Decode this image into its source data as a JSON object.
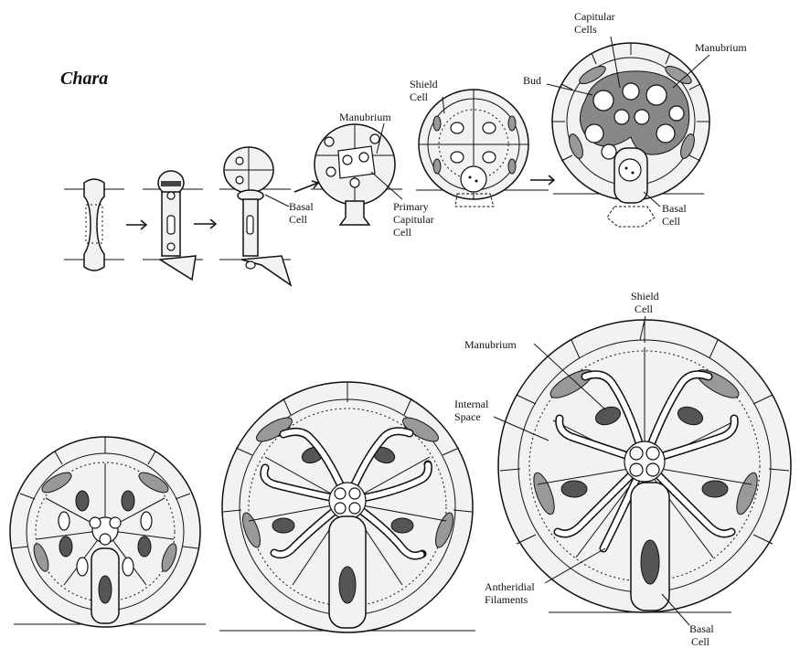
{
  "title": "Chara",
  "labels": {
    "capitular_cells": [
      "Capitular",
      "Cells"
    ],
    "manubrium_top_right": "Manubrium",
    "shield_cell_top": [
      "Shield",
      "Cell"
    ],
    "bud": "Bud",
    "manubrium_mid": "Manubrium",
    "basal_cell_left": [
      "Basal",
      "Cell"
    ],
    "primary_capitular_cell": [
      "Primary",
      "Capitular",
      "Cell"
    ],
    "basal_cell_right": [
      "Basal",
      "Cell"
    ],
    "shield_cell_bottom": [
      "Shield",
      "Cell"
    ],
    "manubrium_bottom": "Manubrium",
    "internal_space": [
      "Internal",
      "Space"
    ],
    "antheridial_filaments": [
      "Antheridial",
      "Filaments"
    ],
    "basal_cell_bottom": [
      "Basal",
      "Cell"
    ]
  }
}
